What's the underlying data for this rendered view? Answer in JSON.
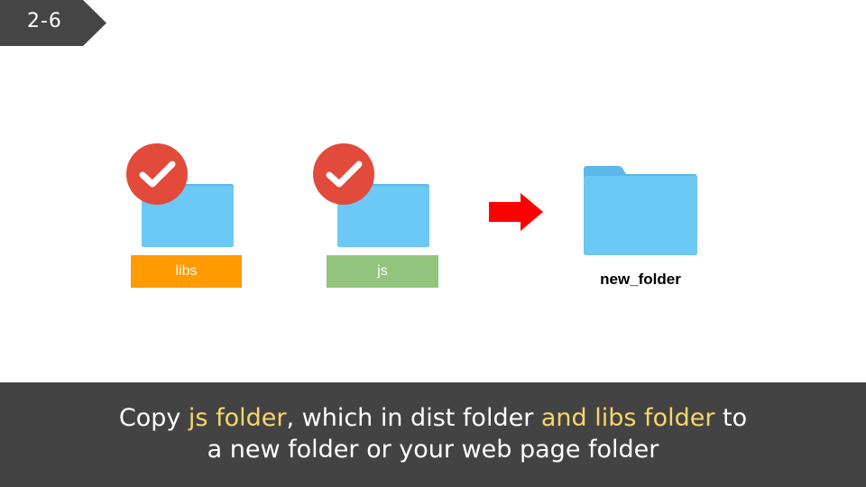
{
  "step": {
    "number": "2-6"
  },
  "folders": [
    {
      "label": "libs",
      "checked": true,
      "label_color": "#ff9a00"
    },
    {
      "label": "js",
      "checked": true,
      "label_color": "#93c47d"
    }
  ],
  "target_folder": {
    "label": "new_folder"
  },
  "icons": {
    "check": "check-circle-icon",
    "folder": "folder-icon",
    "arrow": "arrow-right-icon"
  },
  "caption": {
    "part1": "Copy ",
    "highlight1": "js folder",
    "part2": ", which in dist folder ",
    "highlight2": "and libs folder",
    "part3": " to",
    "line2": "a new folder or your web page folder"
  },
  "colors": {
    "bar": "#434343",
    "highlight": "#f9d66b",
    "check": "#e24a3b",
    "folder": "#64c3f2",
    "arrow": "#ff0000"
  }
}
